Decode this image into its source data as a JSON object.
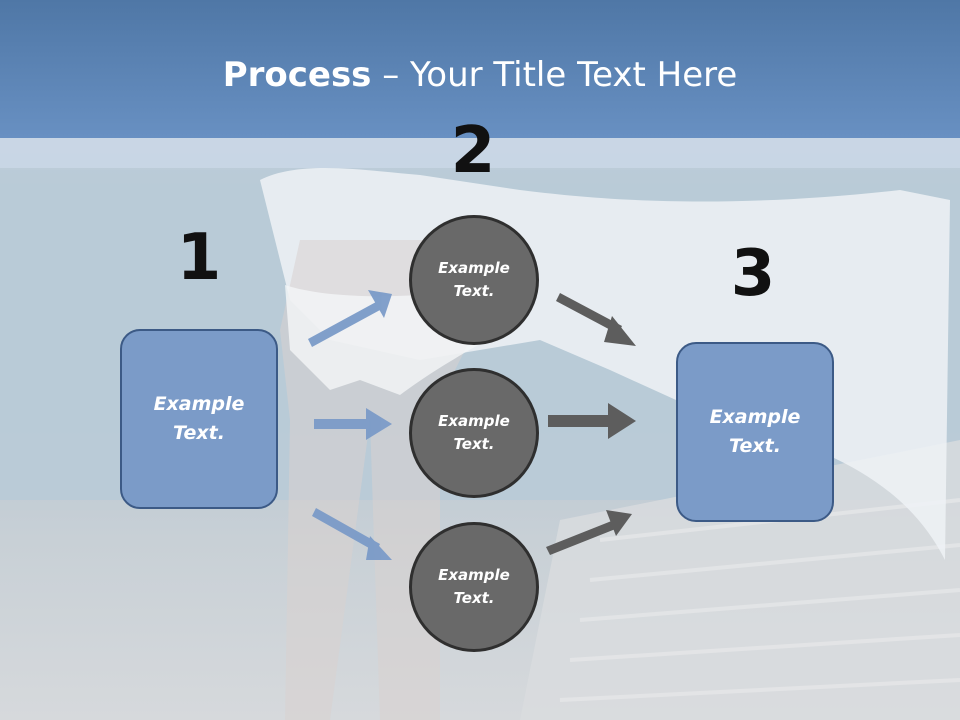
{
  "title": {
    "bold": "Process",
    "rest": " – Your Title Text Here"
  },
  "steps": {
    "one": "1",
    "two": "2",
    "three": "3"
  },
  "left_box": {
    "line1": "Example",
    "line2": "Text."
  },
  "right_box": {
    "line1": "Example",
    "line2": "Text."
  },
  "circles": [
    {
      "line1": "Example",
      "line2": "Text."
    },
    {
      "line1": "Example",
      "line2": "Text."
    },
    {
      "line1": "Example",
      "line2": "Text."
    }
  ],
  "colors": {
    "header": "#5a82b4",
    "box_fill": "#7b9bc8",
    "box_border": "#3c5a86",
    "circle_fill": "#696969",
    "blue_arrow": "#7b9bc8",
    "gray_arrow": "#5d5d5d"
  }
}
